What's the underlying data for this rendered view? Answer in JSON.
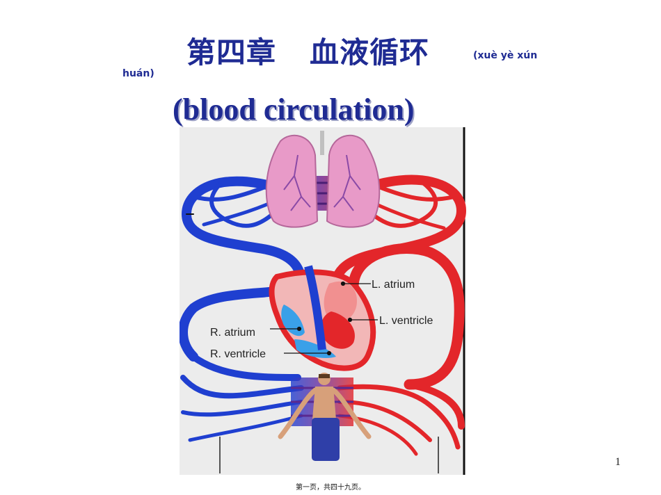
{
  "slide": {
    "title_chapter": "第四章",
    "title_topic": "血液循环",
    "pinyin_line1": "(xuè yè xún",
    "pinyin_line2": "huán)",
    "subtitle": "(blood circulation)",
    "page_number": "1",
    "footer": "第一页，共四十九页。"
  },
  "diagram": {
    "labels": {
      "l_atrium": "L. atrium",
      "l_ventricle": "L. ventricle",
      "r_atrium": "R. atrium",
      "r_ventricle": "R. ventricle"
    },
    "colors": {
      "oxygenated": "#e3262a",
      "deoxygenated": "#1f3fd0",
      "lungs": "#e89ac8",
      "background": "#ececec"
    }
  }
}
